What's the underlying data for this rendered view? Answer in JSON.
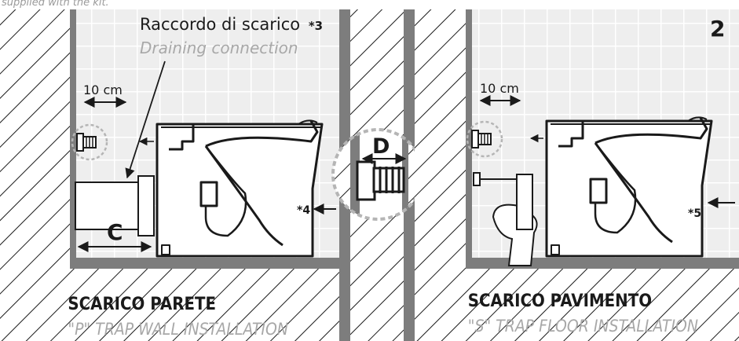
{
  "header_fragment": "supplied with the kit.",
  "left_panel": {
    "callout_title_it": "Raccordo di scarico",
    "callout_ref": "*3",
    "callout_title_en": "Draining connection",
    "distance_label": "10 cm",
    "dimension_c": "C",
    "ref_4": "*4",
    "caption_it": "SCARICO PARETE",
    "caption_en": "\"P\" TRAP WALL INSTALLATION"
  },
  "detail": {
    "dimension_d": "D"
  },
  "right_panel": {
    "figure_number": "2",
    "distance_label": "10 cm",
    "ref_5": "*5",
    "caption_it": "SCARICO PAVIMENTO",
    "caption_en": "\"S\" TRAP FLOOR INSTALLATION"
  },
  "colors": {
    "line": "#1a1a1a",
    "wall_gray": "#7d7d7d",
    "tile_bg": "#f0f0f0",
    "tile_grid": "#ffffff",
    "caption_gray": "#a8a8a8",
    "circle_gray": "#b5b5b5"
  }
}
